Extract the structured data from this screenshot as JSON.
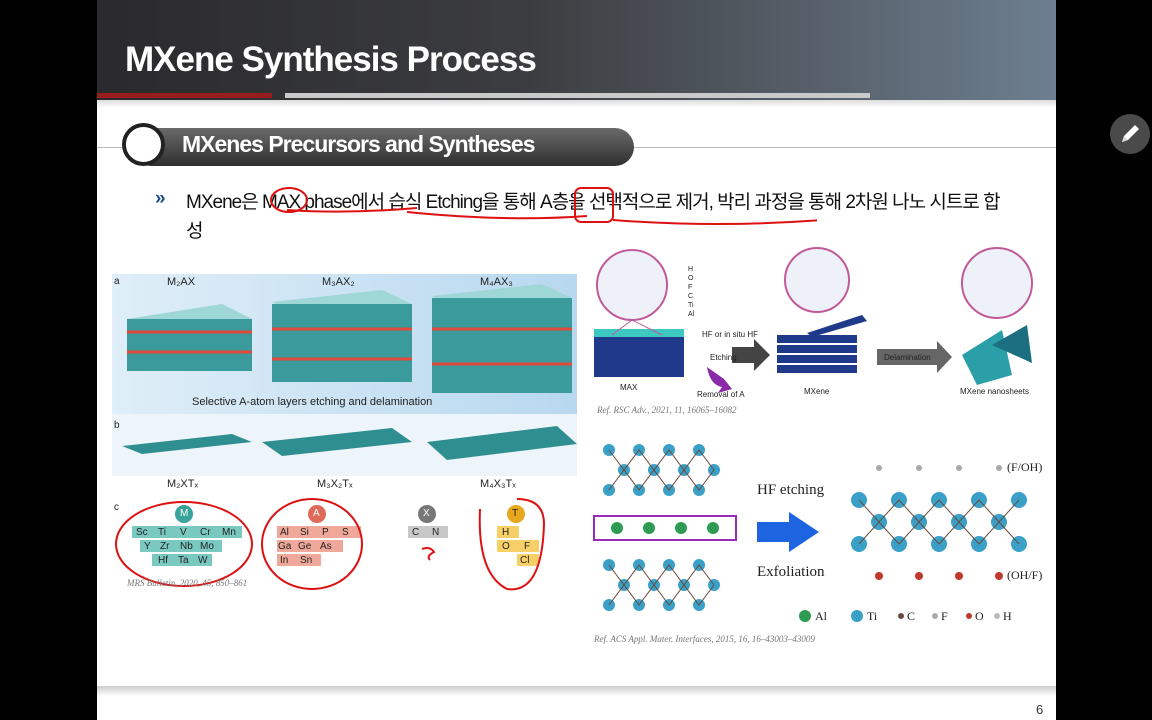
{
  "slide": {
    "title": "MXene Synthesis Process",
    "section_title": "MXenes Precursors and Syntheses",
    "bullet_symbol": "»",
    "bullet_text": "MXene은 MAX phase에서 습식 Etching을 통해 A층을 선택적으로 제거, 박리 과정을 통해 2차원 나노 시트로 합성",
    "page_number": "6"
  },
  "left_figure": {
    "panel_a_tag": "a",
    "panel_b_tag": "b",
    "panel_c_tag": "c",
    "m2ax": "M₂AX",
    "m3ax2": "M₃AX₂",
    "m4ax3": "M₄AX₃",
    "caption": "Selective A-atom layers etching and delamination",
    "m2xt": "M₂XTₓ",
    "m3x2t": "M₃X₂Tₓ",
    "m4x3t": "M₄X₃Tₓ",
    "ref": "MRS Bulletin, 2020, 45, 850–861",
    "m_group": {
      "label": "M",
      "rows": [
        [
          "Sc",
          "Ti",
          "V",
          "Cr",
          "Mn"
        ],
        [
          "Y",
          "Zr",
          "Nb",
          "Mo"
        ],
        [
          "Hf",
          "Ta",
          "W"
        ]
      ]
    },
    "a_group": {
      "label": "A",
      "rows": [
        [
          "Al",
          "Si",
          "P",
          "S"
        ],
        [
          "Ga",
          "Ge",
          "As"
        ],
        [
          "In",
          "Sn"
        ]
      ]
    },
    "x_group": {
      "label": "X",
      "rows": [
        [
          "C",
          "N"
        ]
      ]
    },
    "t_group": {
      "label": "T",
      "rows": [
        [
          "H"
        ],
        [
          "O",
          "F"
        ],
        [
          "Cl"
        ]
      ]
    }
  },
  "right_top_figure": {
    "max_label": "MAX",
    "hf_label": "HF or in situ HF",
    "etching_label": "Etching",
    "removal_label": "Removal of A",
    "mxene_label": "MXene",
    "delam_label": "Delamination",
    "nanosheets_label": "MXene nanosheets",
    "legend": [
      "H",
      "O",
      "F",
      "C",
      "Ti",
      "Al"
    ],
    "ref": "Ref. RSC Adv., 2021, 11, 16065–16082"
  },
  "right_bottom_figure": {
    "hf_etching": "HF etching",
    "exfoliation": "Exfoliation",
    "f_oh_top": "(F/OH)",
    "oh_f_bottom": "(OH/F)",
    "legend": [
      {
        "sym": "Al",
        "label": "Al"
      },
      {
        "sym": "Ti",
        "label": "Ti"
      },
      {
        "sym": "C",
        "label": "C"
      },
      {
        "sym": "F",
        "label": "F"
      },
      {
        "sym": "O",
        "label": "O"
      },
      {
        "sym": "H",
        "label": "H"
      }
    ],
    "ref": "Ref. ACS Appl. Mater. Interfaces, 2015, 16, 16–43003–43009"
  },
  "colors": {
    "title_red": "#9a1d1d",
    "bullet_blue": "#1f4e8c",
    "annotation_red": "#d11",
    "ti_blue": "#3aa0c8",
    "al_green": "#2e9b52"
  },
  "icons": {
    "pen": "pen-icon"
  }
}
